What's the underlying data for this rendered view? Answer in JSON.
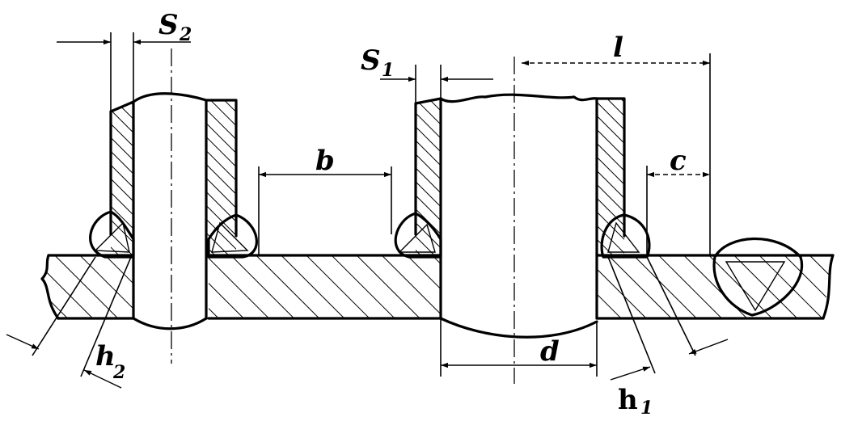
{
  "labels": {
    "S2": {
      "main": "S",
      "sub": "2"
    },
    "S1": {
      "main": "S",
      "sub": "1"
    },
    "l": "l",
    "b": "b",
    "c": "c",
    "d": "d",
    "h1": {
      "main": "h",
      "sub": "1"
    },
    "h2": {
      "main": "h",
      "sub": "2"
    }
  }
}
